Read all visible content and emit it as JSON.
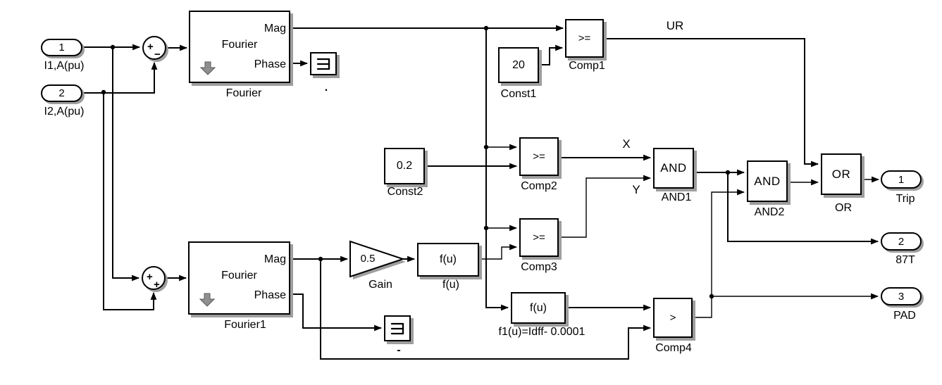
{
  "colors": {
    "background": "#ffffff",
    "wire": "#000000",
    "block_fill": "#ffffff",
    "block_border": "#000000",
    "shadow": "#9e9e9e",
    "mask_icon_gray": "#8f8f8f"
  },
  "signals": {
    "ur": "UR",
    "x": "X",
    "y": "Y"
  },
  "blocks": {
    "inport1": {
      "number": "1",
      "label": "I1,A(pu)"
    },
    "inport2": {
      "number": "2",
      "label": "I2,A(pu)"
    },
    "sum1": {
      "sign_left": "+",
      "sign_bottom": "−"
    },
    "sum2": {
      "sign_left": "+",
      "sign_bottom": "+"
    },
    "fourier": {
      "port_mag": "Mag",
      "name": "Fourier",
      "port_phase": "Phase",
      "label": "Fourier",
      "icon": "down-arrow"
    },
    "fourier1": {
      "port_mag": "Mag",
      "name": "Fourier",
      "port_phase": "Phase",
      "label": "Fourier1",
      "icon": "down-arrow"
    },
    "term1": {
      "icon": "terminator",
      "label": "."
    },
    "term2": {
      "icon": "terminator",
      "label": "-"
    },
    "const1": {
      "value": "20",
      "label": "Const1"
    },
    "const2": {
      "value": "0.2",
      "label": "Const2"
    },
    "gain": {
      "value": "0.5",
      "label": "Gain"
    },
    "fcn": {
      "text": "f(u)",
      "label": "f(u)"
    },
    "fcn1": {
      "text": "f(u)",
      "label": "f1(u)=Idff- 0.0001"
    },
    "comp1": {
      "op": ">=",
      "label": "Comp1"
    },
    "comp2": {
      "op": ">=",
      "label": "Comp2"
    },
    "comp3": {
      "op": ">=",
      "label": "Comp3"
    },
    "comp4": {
      "op": ">",
      "label": "Comp4"
    },
    "and1": {
      "op": "AND",
      "label": "AND1"
    },
    "and2": {
      "op": "AND",
      "label": "AND2"
    },
    "or1": {
      "op": "OR",
      "label": "OR"
    },
    "outport1": {
      "number": "1",
      "label": "Trip"
    },
    "outport2": {
      "number": "2",
      "label": "87T"
    },
    "outport3": {
      "number": "3",
      "label": "PAD"
    }
  }
}
